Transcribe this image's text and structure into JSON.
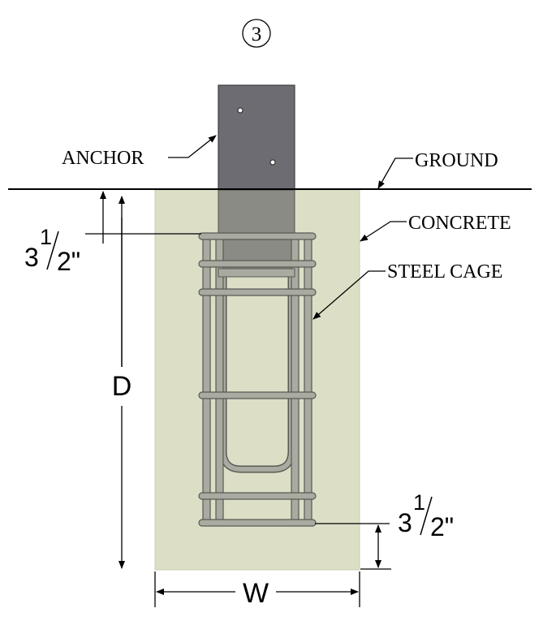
{
  "detail_number": "3",
  "labels": {
    "anchor": "ANCHOR",
    "ground": "GROUND",
    "concrete": "CONCRETE",
    "steel_cage": "STEEL CAGE"
  },
  "dimensions": {
    "top_cover": {
      "whole": "3",
      "numerator": "1",
      "denominator": "2\""
    },
    "bottom_cover": {
      "whole": "3",
      "numerator": "1",
      "denominator": "2\""
    },
    "depth": "D",
    "width": "W"
  },
  "colors": {
    "concrete": "#dcdfc6",
    "anchor": "#6c6c72",
    "anchor_buried": "#8a8b84",
    "cage_bar": "#a9aaa0",
    "cage_bar_edge": "#585a55"
  }
}
